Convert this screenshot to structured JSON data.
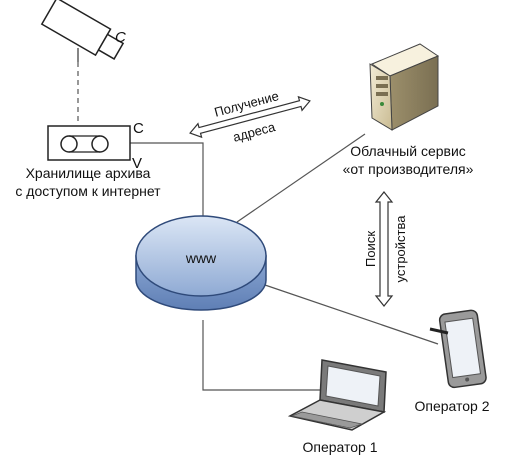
{
  "nodes": {
    "camera": {
      "mark": "C"
    },
    "storage": {
      "mark_top": "C",
      "mark_bottom": "V",
      "label_line1": "Хранилище архива",
      "label_line2": "с доступом к интернет"
    },
    "internet": {
      "label": "www"
    },
    "cloud_server": {
      "label_line1": "Облачный сервис",
      "label_line2": "«от производителя»"
    },
    "operator1": {
      "label": "Оператор 1"
    },
    "operator2": {
      "label": "Оператор 2"
    }
  },
  "arrows": {
    "get_address": {
      "line1": "Получение",
      "line2": "адреса"
    },
    "find_device": {
      "line1": "Поиск",
      "line2": "устройства"
    }
  },
  "colors": {
    "www_fill_top": "#c8d8ee",
    "www_fill_bottom": "#7f9fcf",
    "server_body": "#e9dfc2",
    "line": "#555555"
  }
}
